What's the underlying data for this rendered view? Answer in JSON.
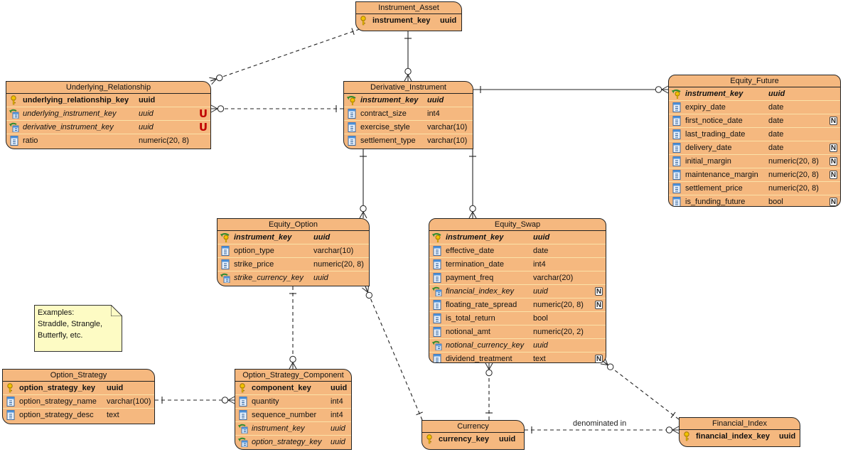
{
  "colors": {
    "entity_fill": "#f5b87f",
    "note_fill": "#fdfbc4",
    "unique_badge": "#c00000",
    "line": "#222222"
  },
  "entities": {
    "instrument_asset": {
      "title": "Instrument_Asset",
      "columns": [
        {
          "name": "instrument_key",
          "type": "uuid",
          "kind": "pk",
          "icon": "primary-key-icon",
          "badge": ""
        }
      ]
    },
    "underlying_relationship": {
      "title": "Underlying_Relationship",
      "columns": [
        {
          "name": "underlying_relationship_key",
          "type": "uuid",
          "kind": "pk",
          "icon": "primary-key-icon",
          "badge": ""
        },
        {
          "name": "underlying_instrument_key",
          "type": "uuid",
          "kind": "fk",
          "icon": "foreign-key-icon",
          "badge": "U"
        },
        {
          "name": "derivative_instrument_key",
          "type": "uuid",
          "kind": "fk",
          "icon": "foreign-key-icon",
          "badge": "U"
        },
        {
          "name": "ratio",
          "type": "numeric(20, 8)",
          "kind": "col",
          "icon": "column-icon",
          "badge": ""
        }
      ]
    },
    "derivative_instrument": {
      "title": "Derivative_Instrument",
      "columns": [
        {
          "name": "instrument_key",
          "type": "uuid",
          "kind": "pkfk",
          "icon": "primary-foreign-key-icon",
          "badge": ""
        },
        {
          "name": "contract_size",
          "type": "int4",
          "kind": "col",
          "icon": "column-icon",
          "badge": ""
        },
        {
          "name": "exercise_style",
          "type": "varchar(10)",
          "kind": "col",
          "icon": "column-icon",
          "badge": ""
        },
        {
          "name": "settlement_type",
          "type": "varchar(10)",
          "kind": "col",
          "icon": "column-icon",
          "badge": ""
        }
      ]
    },
    "equity_future": {
      "title": "Equity_Future",
      "columns": [
        {
          "name": "instrument_key",
          "type": "uuid",
          "kind": "pkfk",
          "icon": "primary-foreign-key-icon",
          "badge": ""
        },
        {
          "name": "expiry_date",
          "type": "date",
          "kind": "col",
          "icon": "column-icon",
          "badge": ""
        },
        {
          "name": "first_notice_date",
          "type": "date",
          "kind": "col",
          "icon": "column-icon",
          "badge": "N"
        },
        {
          "name": "last_trading_date",
          "type": "date",
          "kind": "col",
          "icon": "column-icon",
          "badge": ""
        },
        {
          "name": "delivery_date",
          "type": "date",
          "kind": "col",
          "icon": "column-icon",
          "badge": "N"
        },
        {
          "name": "initial_margin",
          "type": "numeric(20, 8)",
          "kind": "col",
          "icon": "column-icon",
          "badge": "N"
        },
        {
          "name": "maintenance_margin",
          "type": "numeric(20, 8)",
          "kind": "col",
          "icon": "column-icon",
          "badge": "N"
        },
        {
          "name": "settlement_price",
          "type": "numeric(20, 8)",
          "kind": "col",
          "icon": "column-icon",
          "badge": ""
        },
        {
          "name": "is_funding_future",
          "type": "bool",
          "kind": "col",
          "icon": "column-icon",
          "badge": "N"
        }
      ]
    },
    "equity_option": {
      "title": "Equity_Option",
      "columns": [
        {
          "name": "instrument_key",
          "type": "uuid",
          "kind": "pkfk",
          "icon": "primary-foreign-key-icon",
          "badge": ""
        },
        {
          "name": "option_type",
          "type": "varchar(10)",
          "kind": "col",
          "icon": "column-icon",
          "badge": ""
        },
        {
          "name": "strike_price",
          "type": "numeric(20, 8)",
          "kind": "col",
          "icon": "column-icon",
          "badge": ""
        },
        {
          "name": "strike_currency_key",
          "type": "uuid",
          "kind": "fk",
          "icon": "foreign-key-icon",
          "badge": ""
        }
      ]
    },
    "equity_swap": {
      "title": "Equity_Swap",
      "columns": [
        {
          "name": "instrument_key",
          "type": "uuid",
          "kind": "pkfk",
          "icon": "primary-foreign-key-icon",
          "badge": ""
        },
        {
          "name": "effective_date",
          "type": "date",
          "kind": "col",
          "icon": "column-icon",
          "badge": ""
        },
        {
          "name": "termination_date",
          "type": "int4",
          "kind": "col",
          "icon": "column-icon",
          "badge": ""
        },
        {
          "name": "payment_freq",
          "type": "varchar(20)",
          "kind": "col",
          "icon": "column-icon",
          "badge": ""
        },
        {
          "name": "financial_index_key",
          "type": "uuid",
          "kind": "fk",
          "icon": "foreign-key-icon",
          "badge": "N"
        },
        {
          "name": "floating_rate_spread",
          "type": "numeric(20, 8)",
          "kind": "col",
          "icon": "column-icon",
          "badge": "N"
        },
        {
          "name": "is_total_return",
          "type": "bool",
          "kind": "col",
          "icon": "column-icon",
          "badge": ""
        },
        {
          "name": "notional_amt",
          "type": "numeric(20, 2)",
          "kind": "col",
          "icon": "column-icon",
          "badge": ""
        },
        {
          "name": "notional_currency_key",
          "type": "uuid",
          "kind": "fk",
          "icon": "foreign-key-icon",
          "badge": ""
        },
        {
          "name": "dividend_treatment",
          "type": "text",
          "kind": "col",
          "icon": "column-icon",
          "badge": "N"
        }
      ]
    },
    "option_strategy": {
      "title": "Option_Strategy",
      "columns": [
        {
          "name": "option_strategy_key",
          "type": "uuid",
          "kind": "pk",
          "icon": "primary-key-icon",
          "badge": ""
        },
        {
          "name": "option_strategy_name",
          "type": "varchar(100)",
          "kind": "col",
          "icon": "column-icon",
          "badge": ""
        },
        {
          "name": "option_strategy_desc",
          "type": "text",
          "kind": "col",
          "icon": "column-icon",
          "badge": ""
        }
      ]
    },
    "option_strategy_component": {
      "title": "Option_Strategy_Component",
      "columns": [
        {
          "name": "component_key",
          "type": "uuid",
          "kind": "pk",
          "icon": "primary-key-icon",
          "badge": ""
        },
        {
          "name": "quantity",
          "type": "int4",
          "kind": "col",
          "icon": "column-icon",
          "badge": ""
        },
        {
          "name": "sequence_number",
          "type": "int4",
          "kind": "col",
          "icon": "column-icon",
          "badge": ""
        },
        {
          "name": "instrument_key",
          "type": "uuid",
          "kind": "fk",
          "icon": "foreign-key-icon",
          "badge": ""
        },
        {
          "name": "option_strategy_key",
          "type": "uuid",
          "kind": "fk",
          "icon": "foreign-key-icon",
          "badge": ""
        }
      ]
    },
    "currency": {
      "title": "Currency",
      "columns": [
        {
          "name": "currency_key",
          "type": "uuid",
          "kind": "pk",
          "icon": "primary-key-icon",
          "badge": ""
        }
      ]
    },
    "financial_index": {
      "title": "Financial_Index",
      "columns": [
        {
          "name": "financial_index_key",
          "type": "uuid",
          "kind": "pk",
          "icon": "primary-key-icon",
          "badge": ""
        }
      ]
    }
  },
  "note": {
    "lines": [
      "Examples:",
      "Straddle, Strangle,",
      "Butterfly, etc."
    ]
  },
  "relationships": [
    {
      "from": "instrument_asset",
      "to": "derivative_instrument",
      "style": "solid",
      "from_end": "one",
      "to_end": "zero-or-many",
      "label": ""
    },
    {
      "from": "instrument_asset",
      "to": "underlying_relationship",
      "style": "dashed",
      "from_end": "one",
      "to_end": "zero-or-many",
      "label": ""
    },
    {
      "from": "derivative_instrument",
      "to": "underlying_relationship",
      "style": "dashed",
      "from_end": "one",
      "to_end": "zero-or-many",
      "label": ""
    },
    {
      "from": "derivative_instrument",
      "to": "equity_future",
      "style": "solid",
      "from_end": "one",
      "to_end": "zero-or-many",
      "label": ""
    },
    {
      "from": "derivative_instrument",
      "to": "equity_option",
      "style": "solid",
      "from_end": "one",
      "to_end": "zero-or-many",
      "label": ""
    },
    {
      "from": "derivative_instrument",
      "to": "equity_swap",
      "style": "solid",
      "from_end": "one",
      "to_end": "zero-or-many",
      "label": ""
    },
    {
      "from": "equity_option",
      "to": "option_strategy_component",
      "style": "dashed",
      "from_end": "one",
      "to_end": "zero-or-many",
      "label": ""
    },
    {
      "from": "currency",
      "to": "equity_option",
      "style": "dashed",
      "from_end": "one",
      "to_end": "zero-or-many",
      "label": ""
    },
    {
      "from": "option_strategy",
      "to": "option_strategy_component",
      "style": "dashed",
      "from_end": "one",
      "to_end": "zero-or-many",
      "label": ""
    },
    {
      "from": "currency",
      "to": "equity_swap",
      "style": "dashed",
      "from_end": "one",
      "to_end": "zero-or-many",
      "label": ""
    },
    {
      "from": "financial_index",
      "to": "equity_swap",
      "style": "dashed",
      "from_end": "one",
      "to_end": "zero-or-many",
      "label": ""
    },
    {
      "from": "currency",
      "to": "financial_index",
      "style": "dashed",
      "from_end": "one",
      "to_end": "zero-or-many",
      "label": "denominated in"
    }
  ]
}
